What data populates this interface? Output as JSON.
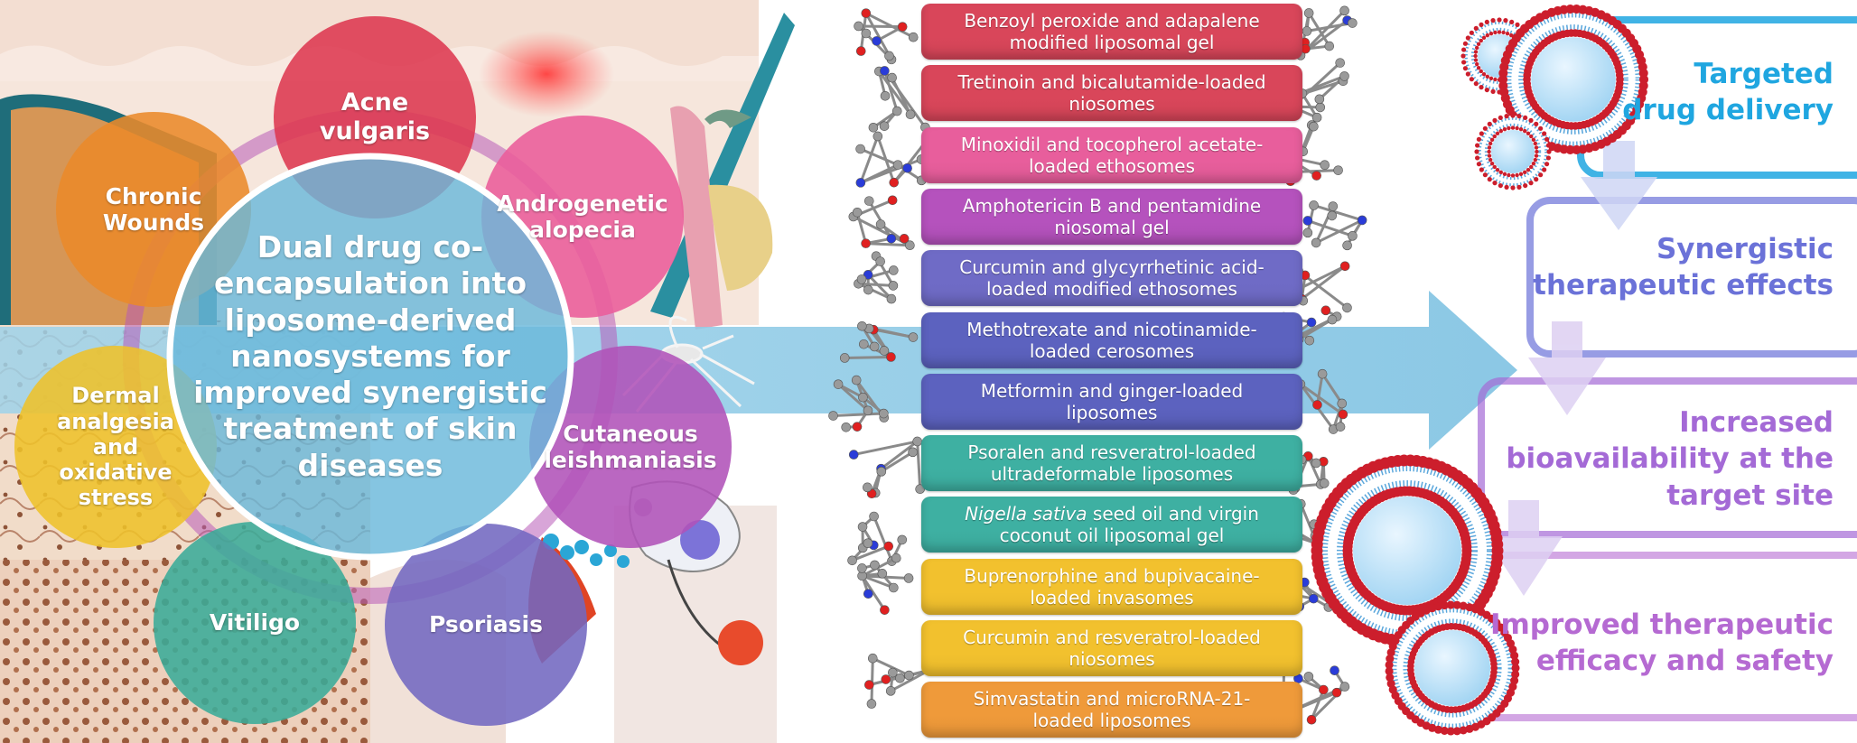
{
  "center_title": [
    "Dual drug co-",
    "encapsulation into",
    "liposome-derived",
    "nanosystems for",
    "improved synergistic",
    "treatment of skin",
    "diseases"
  ],
  "diseases": [
    {
      "lines": [
        "Acne",
        "vulgaris"
      ],
      "color": "#dd3850"
    },
    {
      "lines": [
        "Androgenetic",
        "alopecia"
      ],
      "color": "#ea5c9a"
    },
    {
      "lines": [
        "Chronic",
        "Wounds"
      ],
      "color": "#ea8a2a"
    },
    {
      "lines": [
        "Dermal",
        "analgesia",
        "and",
        "oxidative",
        "stress"
      ],
      "color": "#eec12a"
    },
    {
      "lines": [
        "Cutaneous",
        "leishmaniasis"
      ],
      "color": "#b052b8"
    },
    {
      "lines": [
        "Vitiligo"
      ],
      "color": "#3aab98"
    },
    {
      "lines": [
        "Psoriasis"
      ],
      "color": "#7268c0"
    }
  ],
  "formulations": [
    {
      "lines": [
        "Benzoyl peroxide and adapalene",
        "modified liposomal gel"
      ],
      "color": "#d9465a"
    },
    {
      "lines": [
        "Tretinoin and bicalutamide-loaded",
        "niosomes"
      ],
      "color": "#d9465a"
    },
    {
      "lines": [
        "Minoxidil and tocopherol acetate-",
        "loaded ethosomes"
      ],
      "color": "#e85e9c"
    },
    {
      "lines": [
        "Amphotericin B and pentamidine",
        "niosomal gel"
      ],
      "color": "#b552bd"
    },
    {
      "lines": [
        "Curcumin and glycyrrhetinic acid-",
        "loaded modified ethosomes"
      ],
      "color": "#6f6bc6"
    },
    {
      "lines": [
        "Methotrexate and nicotinamide-",
        "loaded cerosomes"
      ],
      "color": "#5c62bf"
    },
    {
      "lines": [
        "Metformin and ginger-loaded",
        "liposomes"
      ],
      "color": "#5c62bf"
    },
    {
      "lines": [
        "Psoralen and resveratrol-loaded",
        "ultradeformable liposomes"
      ],
      "color": "#3eb0a2"
    },
    {
      "lines": [
        "Nigella sativa seed oil and virgin",
        "coconut oil liposomal gel"
      ],
      "color": "#3eb0a2"
    },
    {
      "lines": [
        "Buprenorphine and bupivacaine-",
        "loaded invasomes"
      ],
      "color": "#f2c12e"
    },
    {
      "lines": [
        "Curcumin and resveratrol-loaded",
        "niosomes"
      ],
      "color": "#f2c12e"
    },
    {
      "lines": [
        "Simvastatin and microRNA-21-",
        "loaded liposomes"
      ],
      "color": "#ef9a3a"
    }
  ],
  "benefits": [
    {
      "lines": [
        "Targeted",
        "drug delivery"
      ],
      "color": "#1fa6e0"
    },
    {
      "lines": [
        "Synergistic",
        "therapeutic effects"
      ],
      "color": "#6b72d8"
    },
    {
      "lines": [
        "Increased",
        "bioavailability at the",
        "target site"
      ],
      "color": "#a46ad6"
    },
    {
      "lines": [
        "Improved therapeutic",
        "efficacy and safety"
      ],
      "color": "#b56ad2"
    }
  ],
  "palette": {
    "arrow": "#8ccae6",
    "center_circle": "#6ab8db",
    "lipid_head": "#cc1e2c",
    "lipid_tail": "#5ba7dc",
    "liposome_core": "#bfe3f8"
  },
  "icons": [
    "skin-tissue-illustration",
    "hair-follicle-illustration",
    "mosquito-illustration",
    "parasite-cell-illustration",
    "molecule-ball-and-stick",
    "liposome-vesicle",
    "down-arrow"
  ]
}
